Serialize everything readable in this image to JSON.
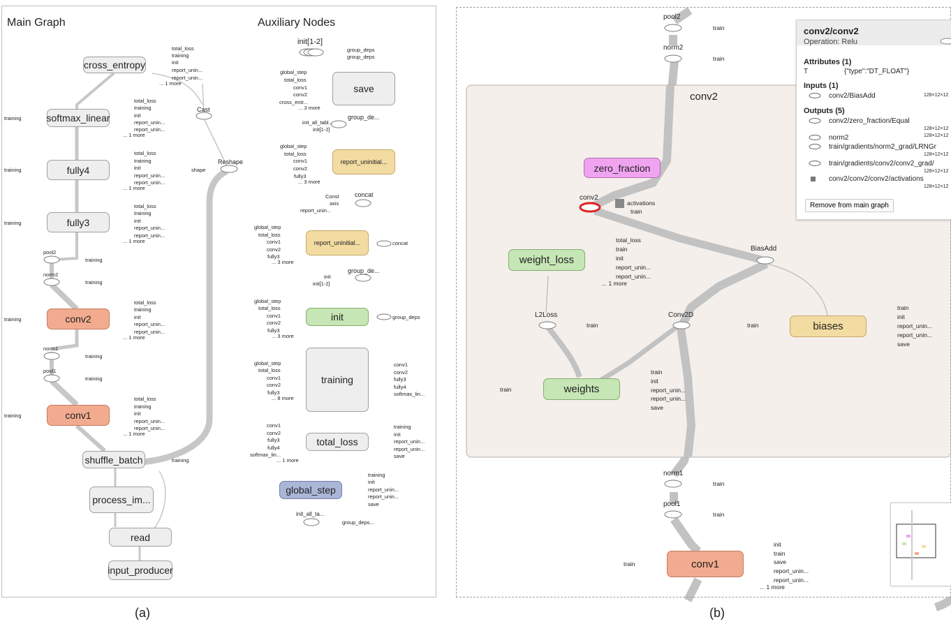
{
  "panel_a": {
    "main_graph_title": "Main Graph",
    "aux_title": "Auxiliary Nodes",
    "caption": "(a)",
    "nodes": {
      "cross_entropy": "cross_entropy",
      "softmax_linear": "softmax_linear",
      "fully4": "fully4",
      "fully3": "fully3",
      "conv2": "conv2",
      "conv1": "conv1",
      "shuffle_batch": "shuffle_batch",
      "process_im": "process_im...",
      "read": "read",
      "input_producer": "input_producer",
      "cast": "Cast",
      "reshape": "Reshape",
      "shape": "shape",
      "pool2": "pool2",
      "norm2": "norm2",
      "norm1": "norm1",
      "pool1": "pool1",
      "training": "training"
    },
    "aux_nodes": {
      "init12": "init[1-2]",
      "save": "save",
      "report_uninit": "report_uninitial...",
      "report_uninit2": "report_uninitial...",
      "init": "init",
      "training": "training",
      "total_loss": "total_loss",
      "global_step": "global_step",
      "concat": "concat",
      "const": "Const",
      "axis": "axis",
      "group_deps": "group_deps",
      "group_de": "group_de...",
      "init_all_tabl": "init_all_tabl...",
      "init_all_ta": "init_all_ta...",
      "group_deps_trunc": "group_deps..."
    },
    "aux_labels": {
      "global_step": "global_step",
      "total_loss": "total_loss",
      "conv1": "conv1",
      "conv2": "conv2",
      "cross_entr": "cross_entr...",
      "three_more": "... 3 more",
      "eight_more": "... 8 more",
      "one_more": "... 1 more",
      "fully3": "fully3",
      "fully4": "fully4",
      "softmax_lin": "softmax_lin...",
      "softmax_lin2": "softmax_lin...",
      "report_unin": "report_unin...",
      "init": "init",
      "init12": "init[1-2]",
      "save": "save",
      "training": "training"
    },
    "side_labels": {
      "total_loss": "total_loss",
      "training": "training",
      "init": "init",
      "report_unin": "report_unin...",
      "one_more": "... 1 more"
    }
  },
  "panel_b": {
    "caption": "(b)",
    "group_label": "conv2",
    "nodes": {
      "zero_fraction": "zero_fraction",
      "weight_loss": "weight_loss",
      "weights": "weights",
      "biases": "biases",
      "conv1": "conv1",
      "conv2_op": "conv2",
      "biasadd": "BiasAdd",
      "conv2d": "Conv2D",
      "l2loss": "L2Loss",
      "pool2": "pool2",
      "norm2": "norm2",
      "norm1": "norm1",
      "pool1": "pool1",
      "activations": "activations",
      "train": "train"
    },
    "labels": {
      "total_loss": "total_loss",
      "train": "train",
      "init": "init",
      "report_unin": "report_unin...",
      "save": "save",
      "one_more": "... 1 more"
    },
    "info_card": {
      "title": "conv2/conv2",
      "subtitle": "Operation: Relu",
      "attributes_heading": "Attributes (1)",
      "attr_key": "T",
      "attr_val": "{\"type\":\"DT_FLOAT\"}",
      "inputs_heading": "Inputs (1)",
      "input1": "conv2/BiasAdd",
      "input1_shape": "128×12×12",
      "outputs_heading": "Outputs (5)",
      "output1": "conv2/zero_fraction/Equal",
      "output2": "norm2",
      "output3": "train/gradients/norm2_grad/LRNGr",
      "output4": "train/gradients/conv2/conv2_grad/",
      "output5": "conv2/conv2/conv2/activations",
      "shape": "128×12×12",
      "remove_button": "Remove from main graph"
    }
  },
  "colors": {
    "gray_node": "#eeeeee",
    "orange_node": "#f2ab8f",
    "yellow_node": "#f3dca2",
    "green_node": "#c6e6b5",
    "blue_node": "#aab6d6",
    "pink_node": "#f0a4f0",
    "group_bg": "#f4efeb",
    "selected_red": "#e02020",
    "edge_gray": "#bdbdbd"
  }
}
